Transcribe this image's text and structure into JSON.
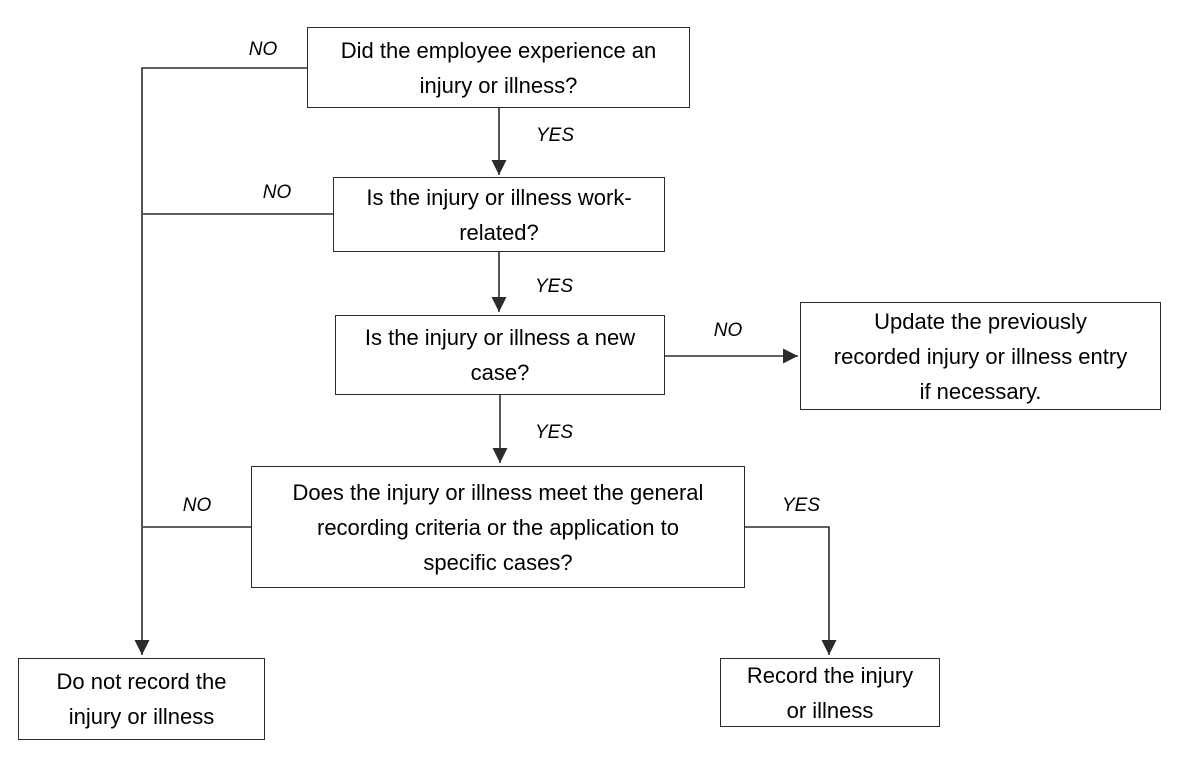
{
  "diagram": {
    "type": "flowchart",
    "background_color": "#ffffff",
    "line_color": "#2b2b2b",
    "box_fill_color": "#ffffff",
    "nodes": [
      {
        "id": "q1",
        "role": "decision",
        "text": "Did the employee experience an\ninjury or illness?"
      },
      {
        "id": "q2",
        "role": "decision",
        "text": "Is the injury or illness work-\nrelated?"
      },
      {
        "id": "q3",
        "role": "decision",
        "text": "Is the injury or illness a new\ncase?"
      },
      {
        "id": "update",
        "role": "process",
        "text": "Update the previously\nrecorded injury or illness entry\nif necessary."
      },
      {
        "id": "q4",
        "role": "decision",
        "text": "Does the injury or illness meet the general\nrecording criteria or the application to\nspecific cases?"
      },
      {
        "id": "do-not-record",
        "role": "terminal",
        "text": "Do not record the\ninjury or illness"
      },
      {
        "id": "record",
        "role": "terminal",
        "text": "Record the injury\nor illness"
      }
    ],
    "edge_labels": [
      {
        "id": "no-from-q1",
        "text": "NO"
      },
      {
        "id": "yes-from-q1",
        "text": "YES"
      },
      {
        "id": "no-from-q2",
        "text": "NO"
      },
      {
        "id": "yes-from-q2",
        "text": "YES"
      },
      {
        "id": "no-from-q3",
        "text": "NO"
      },
      {
        "id": "yes-from-q3",
        "text": "YES"
      },
      {
        "id": "no-from-q4",
        "text": "NO"
      },
      {
        "id": "yes-from-q4",
        "text": "YES"
      }
    ]
  }
}
